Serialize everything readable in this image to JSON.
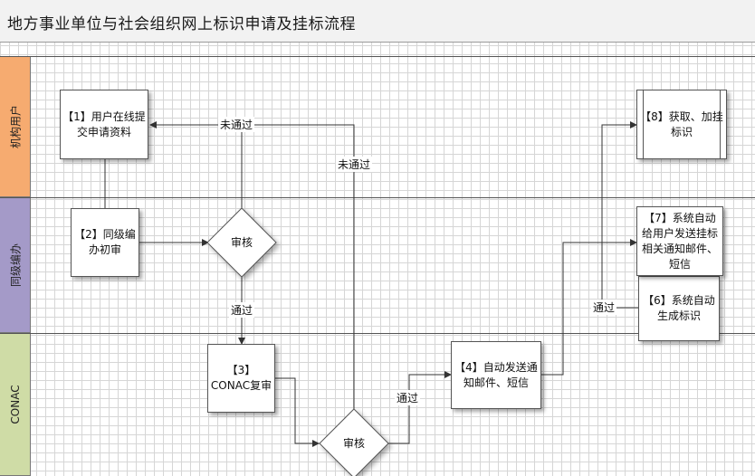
{
  "title": "地方事业单位与社会组织网上标识申请及挂标流程",
  "lanes": [
    {
      "label": "机构用户"
    },
    {
      "label": "同级编办"
    },
    {
      "label": "CONAC"
    }
  ],
  "nodes": {
    "step1": "【1】用户在线提交申请资料",
    "step2": "【2】同级编办初审",
    "step3": "【3】CONAC复审",
    "step4": "【4】自动发送通知邮件、短信",
    "step6": "【6】系统自动生成标识",
    "step7": "【7】系统自动给用户发送挂标相关通知邮件、短信",
    "step8": "【8】获取、加挂标识",
    "review1": "审核",
    "review2": "审核"
  },
  "edge_labels": {
    "reject1": "未通过",
    "reject2": "未通过",
    "pass1": "通过",
    "pass2": "通过",
    "pass3": "通过"
  }
}
